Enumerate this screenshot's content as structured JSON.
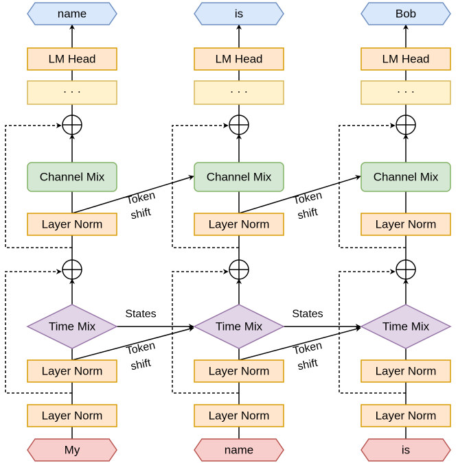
{
  "columns": [
    {
      "output": "name",
      "lm_head": "LM Head",
      "ellipsis": "· · ·",
      "channel_mix": "Channel Mix",
      "layer_norm_upper": "Layer Norm",
      "time_mix": "Time Mix",
      "layer_norm_middle": "Layer Norm",
      "layer_norm_lower": "Layer Norm",
      "input": "My"
    },
    {
      "output": "is",
      "lm_head": "LM Head",
      "ellipsis": "· · ·",
      "channel_mix": "Channel Mix",
      "layer_norm_upper": "Layer Norm",
      "time_mix": "Time Mix",
      "layer_norm_middle": "Layer Norm",
      "layer_norm_lower": "Layer Norm",
      "input": "name"
    },
    {
      "output": "Bob",
      "lm_head": "LM Head",
      "ellipsis": "· · ·",
      "channel_mix": "Channel Mix",
      "layer_norm_upper": "Layer Norm",
      "time_mix": "Time Mix",
      "layer_norm_middle": "Layer Norm",
      "layer_norm_lower": "Layer Norm",
      "input": "is"
    }
  ],
  "annotations": {
    "token_shift_line1": "Token",
    "token_shift_line2": "shift",
    "states": "States"
  },
  "colors": {
    "output_fill": "#dae8fc",
    "output_stroke": "#6c8ebf",
    "head_fill": "#ffe6cc",
    "head_stroke": "#d79b00",
    "ellipsis_fill": "#fff2cc",
    "ellipsis_stroke": "#d6b656",
    "channel_fill": "#d5e8d4",
    "channel_stroke": "#82b366",
    "timemix_fill": "#e1d5e7",
    "timemix_stroke": "#9673a6",
    "input_fill": "#f8cecc",
    "input_stroke": "#b85450"
  }
}
